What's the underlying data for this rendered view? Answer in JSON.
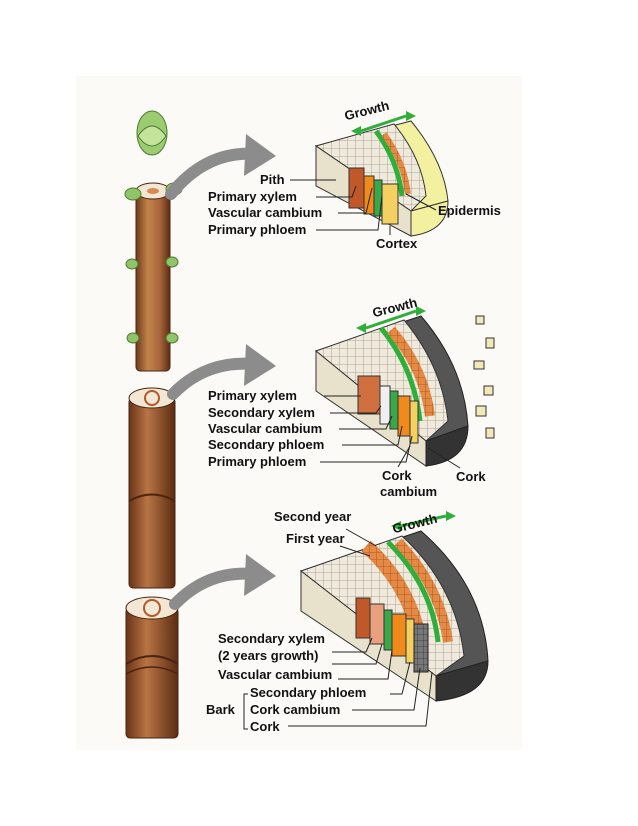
{
  "colors": {
    "stem": "#b47040",
    "stem_dark": "#7a4020",
    "bud": "#8fc46a",
    "arrow": "#8c8c8c",
    "xylem": "#e07a3a",
    "phloem_green": "#3aa84a",
    "epidermis": "#f3f0a0",
    "pith": "#f0ece0",
    "cork": "#555555",
    "growth_arrow": "#2fae3a"
  },
  "panels": [
    {
      "growth_label": "Growth",
      "labels": {
        "pith": "Pith",
        "primary_xylem": "Primary xylem",
        "vascular_cambium": "Vascular cambium",
        "primary_phloem": "Primary phloem",
        "epidermis": "Epidermis",
        "cortex": "Cortex"
      }
    },
    {
      "growth_label": "Growth",
      "labels": {
        "primary_xylem": "Primary xylem",
        "secondary_xylem": "Secondary xylem",
        "vascular_cambium": "Vascular cambium",
        "secondary_phloem": "Secondary phloem",
        "primary_phloem": "Primary phloem",
        "cork_cambium_line1": "Cork",
        "cork_cambium_line2": "cambium",
        "cork": "Cork"
      }
    },
    {
      "growth_label": "Growth",
      "labels": {
        "second_year": "Second year",
        "first_year": "First year",
        "secondary_xylem_line1": "Secondary xylem",
        "secondary_xylem_line2": "(2 years growth)",
        "vascular_cambium": "Vascular cambium",
        "bark": "Bark",
        "secondary_phloem": "Secondary phloem",
        "cork_cambium": "Cork cambium",
        "cork": "Cork"
      }
    }
  ]
}
